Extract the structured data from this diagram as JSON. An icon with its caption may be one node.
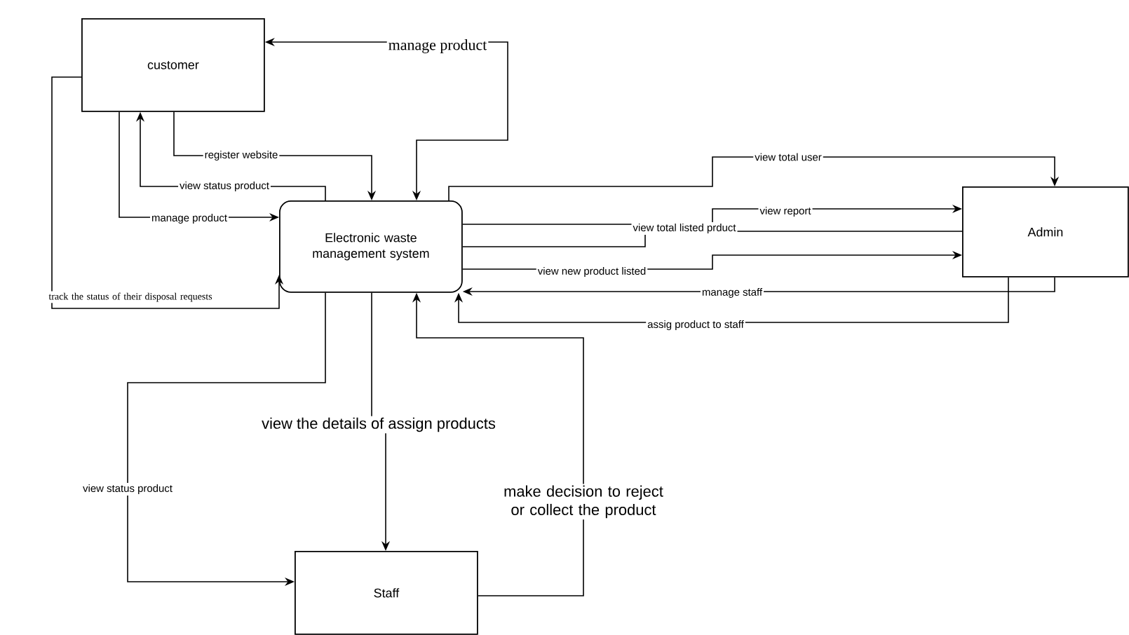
{
  "diagram": {
    "nodes": [
      {
        "text": [
          "customer"
        ]
      },
      {
        "text": [
          "Electronic waste management system"
        ]
      },
      {
        "text": [
          "Admin"
        ]
      },
      {
        "text": [
          "Staff"
        ]
      }
    ],
    "edges": [
      {
        "from": 0,
        "to": 1,
        "arrow": "both",
        "label": "manage product"
      },
      {
        "from": 0,
        "to": 1,
        "arrow": "to",
        "label": "register website"
      },
      {
        "from": 1,
        "to": 0,
        "arrow": "to",
        "label": "view status product"
      },
      {
        "from": 0,
        "to": 1,
        "arrow": "to",
        "label": "manage product"
      },
      {
        "from": 0,
        "to": 1,
        "arrow": "to",
        "label": "track the status of their disposal requests"
      },
      {
        "from": 1,
        "to": 2,
        "arrow": "to",
        "label": "view total user"
      },
      {
        "from": 1,
        "to": 2,
        "arrow": "to",
        "label": "view report"
      },
      {
        "from": 1,
        "to": 2,
        "arrow": "none",
        "label": "view total listed prduct"
      },
      {
        "from": 1,
        "to": 2,
        "arrow": "to",
        "label": "view new product listed"
      },
      {
        "from": 2,
        "to": 1,
        "arrow": "to",
        "label": "manage staff"
      },
      {
        "from": 2,
        "to": 1,
        "arrow": "to",
        "label": "assig product to staff"
      },
      {
        "from": 1,
        "to": 3,
        "arrow": "to",
        "label": "view status product"
      },
      {
        "from": 1,
        "to": 3,
        "arrow": "to",
        "label": "view the details of assign products"
      },
      {
        "from": 3,
        "to": 1,
        "arrow": "to",
        "label": "make decision to reject or collect the product"
      }
    ]
  }
}
